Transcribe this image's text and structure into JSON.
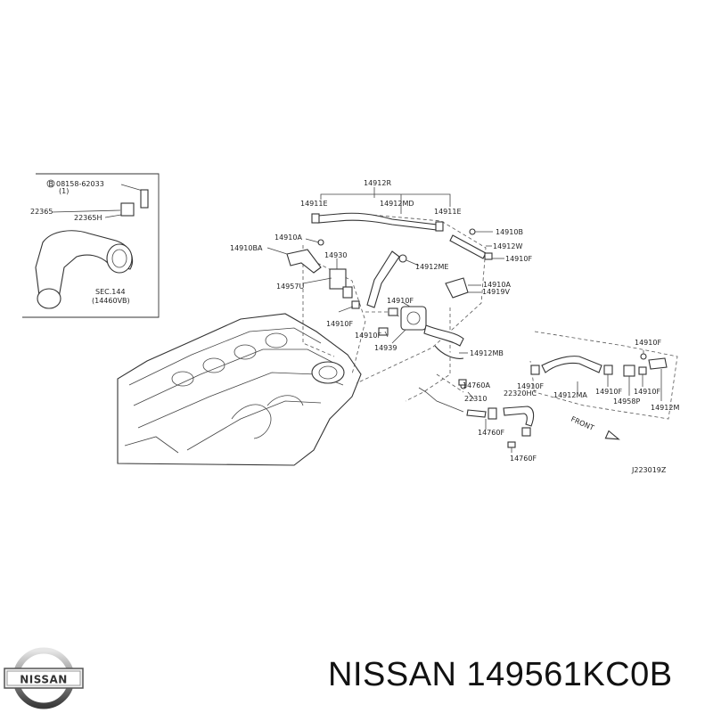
{
  "diagram": {
    "code": "J223019Z",
    "front_label": "FRONT",
    "inset": {
      "bolt_line1": "08158-62033",
      "bolt_line2": "(1)",
      "bolt_marker": "B",
      "labels": [
        "22365",
        "22365H",
        "SEC.144",
        "(14460VB)"
      ]
    },
    "labels": {
      "l14912R": "14912R",
      "l14911E_a": "14911E",
      "l14912MD": "14912MD",
      "l14911E_b": "14911E",
      "l14910B": "14910B",
      "l14912W": "14912W",
      "l14910F_a": "14910F",
      "l14910A_a": "14910A",
      "l14910BA": "14910BA",
      "l14930": "14930",
      "l14912ME": "14912ME",
      "l14910A_b": "14910A",
      "l14919V": "14919V",
      "l14957U": "14957U",
      "l14910F_b": "14910F",
      "l14910F_c": "14910F",
      "l14910F_d": "14910F",
      "l14939": "14939",
      "l14912MB": "14912MB",
      "l14910F_e": "14910F",
      "l14760A": "14760A",
      "l14910F_f": "14910F",
      "l22320HC": "22320HC",
      "l22310": "22310",
      "l14912MA": "14912MA",
      "l14910F_g": "14910F",
      "l14910F_h": "14910F",
      "l14958P": "14958P",
      "l14912M": "14912M",
      "l14760F_a": "14760F",
      "l14760F_b": "14760F"
    }
  },
  "brand": {
    "logo_text": "NISSAN",
    "caption": "NISSAN 149561KC0B"
  }
}
